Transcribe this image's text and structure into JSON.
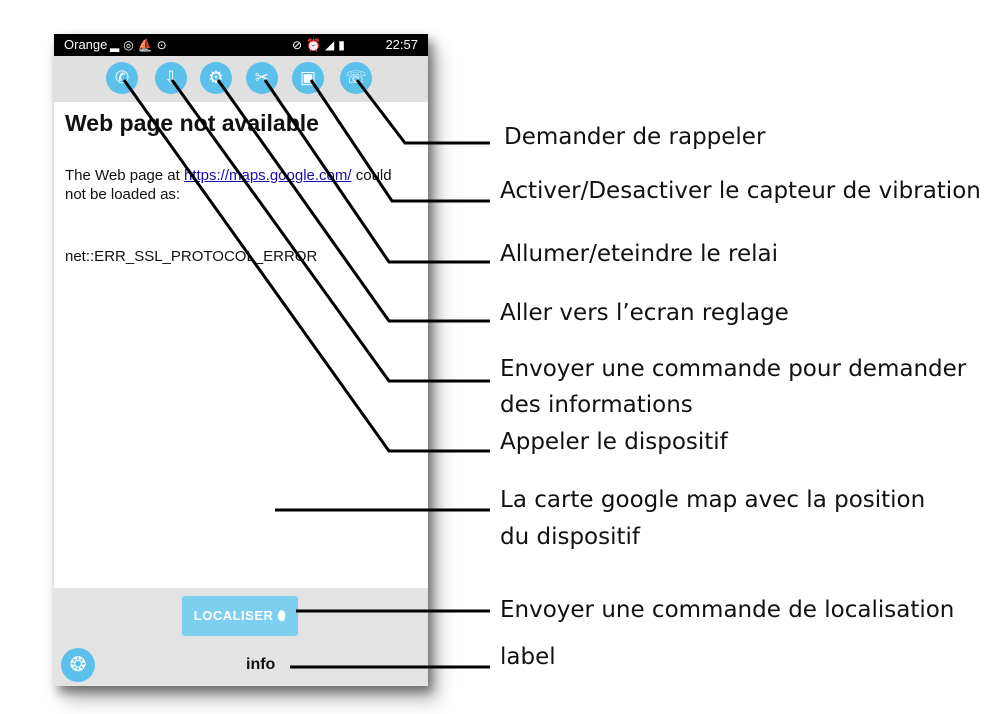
{
  "statusbar": {
    "carrier": "Orange",
    "clock": "22:57"
  },
  "toolbar": {
    "buttons": [
      {
        "icon": "phone-icon",
        "glyph": "✆"
      },
      {
        "icon": "download-phone-icon",
        "glyph": "⇩"
      },
      {
        "icon": "gear-icon",
        "glyph": "⚙"
      },
      {
        "icon": "scissors-icon",
        "glyph": "✂"
      },
      {
        "icon": "cast-icon",
        "glyph": "▣"
      },
      {
        "icon": "callback-icon",
        "glyph": "☏"
      }
    ],
    "color": "#5bc0ea"
  },
  "webview": {
    "title": "Web page not available",
    "text_before": "The Web page at ",
    "link": "https://maps.google.com/",
    "text_after": " could not be loaded as:",
    "error": "net::ERR_SSL_PROTOCOL_ERROR"
  },
  "bottom": {
    "localiser_label": "LOCALISER",
    "info_label": "info"
  },
  "annotations": {
    "rappeler": "Demander de rappeler",
    "vibration": "Activer/Desactiver le capteur de vibration",
    "relai": "Allumer/eteindre le relai",
    "reglage": "Aller vers l’ecran reglage",
    "informations_line1": "Envoyer une commande pour demander",
    "informations_line2": "des informations",
    "appeler": "Appeler le dispositif",
    "carte_line1": "La carte google map avec la position",
    "carte_line2": "du dispositif",
    "localisation": "Envoyer une commande de localisation",
    "label": "label"
  }
}
